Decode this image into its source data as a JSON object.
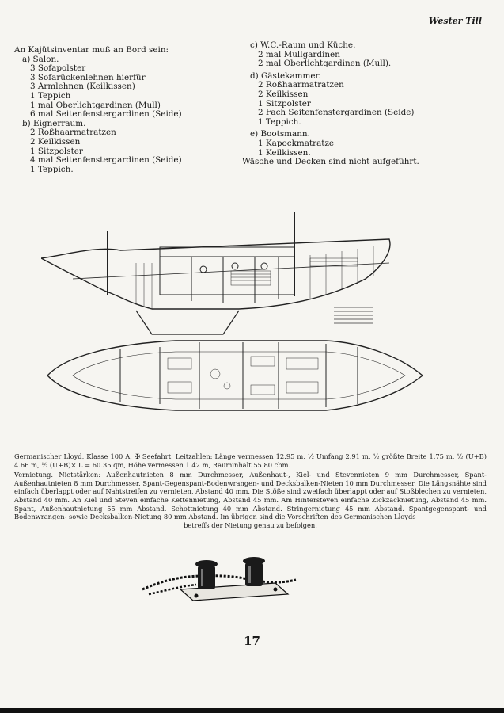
{
  "header": {
    "right": "Wester Till"
  },
  "inventory": {
    "intro": "An Kajütsinventar muß an Bord sein:",
    "salon": {
      "title": "a) Salon.",
      "items": [
        "3 Sofapolster",
        "3 Sofarückenlehnen hierfür",
        "3 Armlehnen (Keilkissen)",
        "1 Teppich",
        "1 mal Oberlichtgardinen (Mull)",
        "6 mal Seitenfenstergardinen (Seide)"
      ]
    },
    "eigner": {
      "title": "b) Eignerraum.",
      "items": [
        "2 Roßhaarmatratzen",
        "2 Keilkissen",
        "1 Sitzpolster",
        "4 mal Seitenfenstergardinen (Seide)",
        "1 Teppich."
      ]
    },
    "wc": {
      "title": "c) W.C.-Raum und Küche.",
      "items": [
        "2 mal Mullgardinen",
        "2 mal Oberlichtgardinen (Mull)."
      ]
    },
    "gast": {
      "title": "d) Gästekammer.",
      "items": [
        "2 Roßhaarmatratzen",
        "2 Keilkissen",
        "1 Sitzpolster",
        "2 Fach Seitenfenstergardinen (Seide)",
        "1 Teppich."
      ]
    },
    "boots": {
      "title": "e) Bootsmann.",
      "items": [
        "1 Kapockmatratze",
        "1 Keilkissen."
      ]
    },
    "note": "Wäsche und Decken sind nicht aufgeführt."
  },
  "caption": {
    "para1": "Germanischer Lloyd, Klasse 100 A, ✠ Seefahrt. Leitzahlen: Länge vermessen 12.95 m, ½ Umfang 2.91 m, ½ größte Breite 1.75 m, ½ (U+B) 4.66 m, ½ (U+B)× L = 60.35 qm, Höhe vermessen 1.42 m, Rauminhalt 55.80 cbm.",
    "para2": "Vernietung. Nietstärken: Außenhautnieten 8 mm Durchmesser, Außenhaut-, Kiel- und Stevennieten 9 mm Durchmesser, Spant-Außenhautnieten 8 mm Durchmesser. Spant-Gegenspant-Bodenwrangen- und Decksbalken-Nieten 10 mm Durchmesser. Die Längsnähte sind einfach überlappt oder auf Nahtstreifen zu vernieten, Abstand 40 mm. Die Stöße sind zweifach überlappt oder auf Stoßblechen zu vernieten, Abstand 40 mm. An Kiel und Steven einfache Kettennietung, Abstand 45 mm. Am Hintersteven einfache Zickzacknietung, Abstand 45 mm. Spant, Außenhautnietung 55 mm Abstand. Schottnietung 40 mm Abstand. Stringernietung 45 mm Abstand. Spantgegenspant- und Bodenwrangen- sowie Decksbalken-Nietung 80 mm Abstand. Im übrigen sind die Vorschriften des Germanischen Lloyds",
    "para3": "betreffs der Nietung genau zu befolgen."
  },
  "page_number": "17"
}
